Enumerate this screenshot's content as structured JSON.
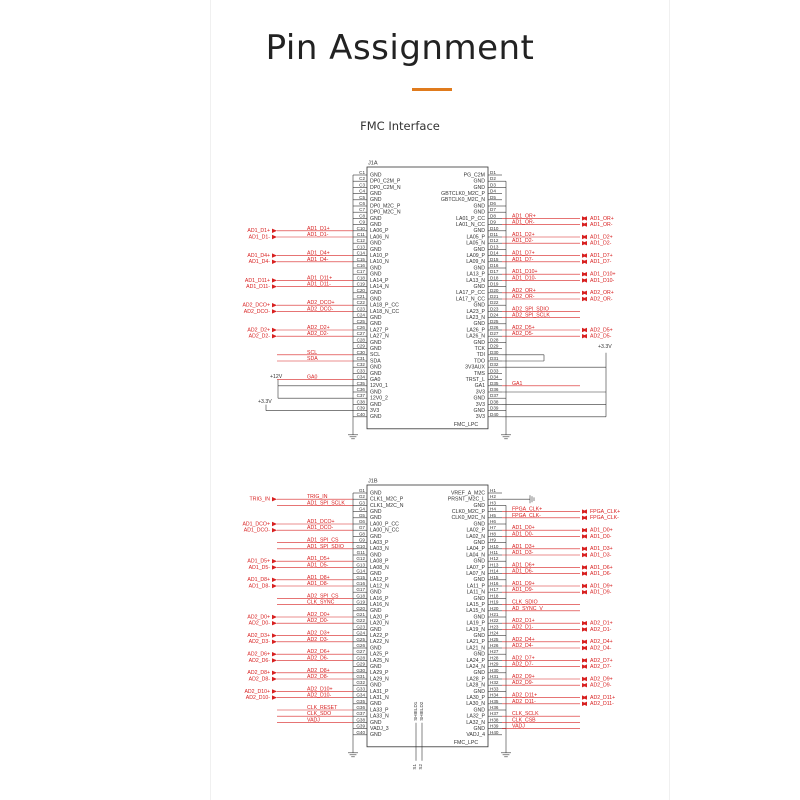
{
  "header": {
    "title": "Pin Assignment",
    "subtitle": "FMC Interface"
  },
  "colors": {
    "accent": "#e07b1d",
    "wire": "#333333",
    "net": "#d82020",
    "background": "#ffffff",
    "line": "#555555"
  },
  "power_labels": {
    "p12v": "+12V",
    "p3v3": "+3.3V"
  },
  "j1a": {
    "ref": "J1A",
    "footer": "FMC_LPC",
    "left_pins": [
      [
        "C1",
        "GND"
      ],
      [
        "C2",
        "DP0_C2M_P"
      ],
      [
        "C3",
        "DP0_C2M_N"
      ],
      [
        "C4",
        "GND"
      ],
      [
        "C5",
        "GND"
      ],
      [
        "C6",
        "DP0_M2C_P"
      ],
      [
        "C7",
        "DP0_M2C_N"
      ],
      [
        "C8",
        "GND"
      ],
      [
        "C9",
        "GND"
      ],
      [
        "C10",
        "LA06_P"
      ],
      [
        "C11",
        "LA06_N"
      ],
      [
        "C12",
        "GND"
      ],
      [
        "C13",
        "GND"
      ],
      [
        "C14",
        "LA10_P"
      ],
      [
        "C15",
        "LA10_N"
      ],
      [
        "C16",
        "GND"
      ],
      [
        "C17",
        "GND"
      ],
      [
        "C18",
        "LA14_P"
      ],
      [
        "C19",
        "LA14_N"
      ],
      [
        "C20",
        "GND"
      ],
      [
        "C21",
        "GND"
      ],
      [
        "C22",
        "LA18_P_CC"
      ],
      [
        "C23",
        "LA18_N_CC"
      ],
      [
        "C24",
        "GND"
      ],
      [
        "C25",
        "GND"
      ],
      [
        "C26",
        "LA27_P"
      ],
      [
        "C27",
        "LA27_N"
      ],
      [
        "C28",
        "GND"
      ],
      [
        "C29",
        "GND"
      ],
      [
        "C30",
        "SCL"
      ],
      [
        "C31",
        "SDA"
      ],
      [
        "C32",
        "GND"
      ],
      [
        "C33",
        "GND"
      ],
      [
        "C34",
        "GA0"
      ],
      [
        "C35",
        "12V0_1"
      ],
      [
        "C36",
        "GND"
      ],
      [
        "C37",
        "12V0_2"
      ],
      [
        "C38",
        "GND"
      ],
      [
        "C39",
        "3V3"
      ],
      [
        "C40",
        "GND"
      ]
    ],
    "right_pins": [
      [
        "D1",
        "PG_C2M"
      ],
      [
        "D2",
        "GND"
      ],
      [
        "D3",
        "GND"
      ],
      [
        "D4",
        "GBTCLK0_M2C_P"
      ],
      [
        "D5",
        "GBTCLK0_M2C_N"
      ],
      [
        "D6",
        "GND"
      ],
      [
        "D7",
        "GND"
      ],
      [
        "D8",
        "LA01_P_CC"
      ],
      [
        "D9",
        "LA01_N_CC"
      ],
      [
        "D10",
        "GND"
      ],
      [
        "D11",
        "LA05_P"
      ],
      [
        "D12",
        "LA05_N"
      ],
      [
        "D13",
        "GND"
      ],
      [
        "D14",
        "LA09_P"
      ],
      [
        "D15",
        "LA09_N"
      ],
      [
        "D16",
        "GND"
      ],
      [
        "D17",
        "LA13_P"
      ],
      [
        "D18",
        "LA13_N"
      ],
      [
        "D19",
        "GND"
      ],
      [
        "D20",
        "LA17_P_CC"
      ],
      [
        "D21",
        "LA17_N_CC"
      ],
      [
        "D22",
        "GND"
      ],
      [
        "D23",
        "LA23_P"
      ],
      [
        "D24",
        "LA23_N"
      ],
      [
        "D25",
        "GND"
      ],
      [
        "D26",
        "LA26_P"
      ],
      [
        "D27",
        "LA26_N"
      ],
      [
        "D28",
        "GND"
      ],
      [
        "D29",
        "TCK"
      ],
      [
        "D30",
        "TDI"
      ],
      [
        "D31",
        "TDO"
      ],
      [
        "D32",
        "3V3AUX"
      ],
      [
        "D33",
        "TMS"
      ],
      [
        "D34",
        "TRST_L"
      ],
      [
        "D35",
        "GA1"
      ],
      [
        "D36",
        "3V3"
      ],
      [
        "D37",
        "GND"
      ],
      [
        "D38",
        "3V3"
      ],
      [
        "D39",
        "GND"
      ],
      [
        "D40",
        "3V3"
      ]
    ],
    "left_nets": [
      {
        "row": 10,
        "inner": "AD1_D1+",
        "outer": "AD1_D1+"
      },
      {
        "row": 11,
        "inner": "AD1_D1-",
        "outer": "AD1_D1-"
      },
      {
        "row": 14,
        "inner": "AD1_D4+",
        "outer": "AD1_D4+"
      },
      {
        "row": 15,
        "inner": "AD1_D4-",
        "outer": "AD1_D4-"
      },
      {
        "row": 18,
        "inner": "AD1_D11+",
        "outer": "AD1_D11+"
      },
      {
        "row": 19,
        "inner": "AD1_D11-",
        "outer": "AD1_D11-"
      },
      {
        "row": 22,
        "inner": "AD2_DCO+",
        "outer": "AD2_DCO+"
      },
      {
        "row": 23,
        "inner": "AD2_DCO-",
        "outer": "AD2_DCO-"
      },
      {
        "row": 26,
        "inner": "AD2_D2+",
        "outer": "AD2_D2+"
      },
      {
        "row": 27,
        "inner": "AD2_D2-",
        "outer": "AD2_D2-"
      },
      {
        "row": 30,
        "inner": "SCL",
        "outer": ""
      },
      {
        "row": 31,
        "inner": "SDA",
        "outer": ""
      },
      {
        "row": 34,
        "inner": "GA0",
        "outer": ""
      }
    ],
    "right_nets": [
      {
        "row": 8,
        "inner": "AD1_OR+",
        "outer": "AD1_OR+"
      },
      {
        "row": 9,
        "inner": "AD1_OR-",
        "outer": "AD1_OR-"
      },
      {
        "row": 11,
        "inner": "AD1_D2+",
        "outer": "AD1_D2+"
      },
      {
        "row": 12,
        "inner": "AD1_D2-",
        "outer": "AD1_D2-"
      },
      {
        "row": 14,
        "inner": "AD1_D7+",
        "outer": "AD1_D7+"
      },
      {
        "row": 15,
        "inner": "AD1_D7-",
        "outer": "AD1_D7-"
      },
      {
        "row": 17,
        "inner": "AD1_D10+",
        "outer": "AD1_D10+"
      },
      {
        "row": 18,
        "inner": "AD1_D10-",
        "outer": "AD1_D10-"
      },
      {
        "row": 20,
        "inner": "AD2_OR+",
        "outer": "AD2_OR+"
      },
      {
        "row": 21,
        "inner": "AD2_OR-",
        "outer": "AD2_OR-"
      },
      {
        "row": 23,
        "inner": "AD2_SPI_SDIO",
        "outer": ""
      },
      {
        "row": 24,
        "inner": "AD2_SPI_SCLK",
        "outer": ""
      },
      {
        "row": 26,
        "inner": "AD2_D5+",
        "outer": "AD2_D5+"
      },
      {
        "row": 27,
        "inner": "AD2_D5-",
        "outer": "AD2_D5-"
      },
      {
        "row": 35,
        "inner": "GA1",
        "outer": ""
      }
    ]
  },
  "j1b": {
    "ref": "J1B",
    "footer": "FMC_LPC",
    "shield_pins": [
      [
        "S1",
        "SHIELD1"
      ],
      [
        "S2",
        "SHIELD2"
      ]
    ],
    "left_pins": [
      [
        "G1",
        "GND"
      ],
      [
        "G2",
        "CLK1_M2C_P"
      ],
      [
        "G3",
        "CLK1_M2C_N"
      ],
      [
        "G4",
        "GND"
      ],
      [
        "G5",
        "GND"
      ],
      [
        "G6",
        "LA00_P_CC"
      ],
      [
        "G7",
        "LA00_N_CC"
      ],
      [
        "G8",
        "GND"
      ],
      [
        "G9",
        "LA03_P"
      ],
      [
        "G10",
        "LA03_N"
      ],
      [
        "G11",
        "GND"
      ],
      [
        "G12",
        "LA08_P"
      ],
      [
        "G13",
        "LA08_N"
      ],
      [
        "G14",
        "GND"
      ],
      [
        "G15",
        "LA12_P"
      ],
      [
        "G16",
        "LA12_N"
      ],
      [
        "G17",
        "GND"
      ],
      [
        "G18",
        "LA16_P"
      ],
      [
        "G19",
        "LA16_N"
      ],
      [
        "G20",
        "GND"
      ],
      [
        "G21",
        "LA20_P"
      ],
      [
        "G22",
        "LA20_N"
      ],
      [
        "G23",
        "GND"
      ],
      [
        "G24",
        "LA22_P"
      ],
      [
        "G25",
        "LA22_N"
      ],
      [
        "G26",
        "GND"
      ],
      [
        "G27",
        "LA25_P"
      ],
      [
        "G28",
        "LA25_N"
      ],
      [
        "G29",
        "GND"
      ],
      [
        "G30",
        "LA29_P"
      ],
      [
        "G31",
        "LA29_N"
      ],
      [
        "G32",
        "GND"
      ],
      [
        "G33",
        "LA31_P"
      ],
      [
        "G34",
        "LA31_N"
      ],
      [
        "G35",
        "GND"
      ],
      [
        "G36",
        "LA33_P"
      ],
      [
        "G37",
        "LA33_N"
      ],
      [
        "G38",
        "GND"
      ],
      [
        "G39",
        "VADJ_3"
      ],
      [
        "G40",
        "GND"
      ]
    ],
    "right_pins": [
      [
        "H1",
        "VREF_A_M2C"
      ],
      [
        "H2",
        "PRSNT_M2C_L"
      ],
      [
        "H3",
        "GND"
      ],
      [
        "H4",
        "CLK0_M2C_P"
      ],
      [
        "H5",
        "CLK0_M2C_N"
      ],
      [
        "H6",
        "GND"
      ],
      [
        "H7",
        "LA02_P"
      ],
      [
        "H8",
        "LA02_N"
      ],
      [
        "H9",
        "GND"
      ],
      [
        "H10",
        "LA04_P"
      ],
      [
        "H11",
        "LA04_N"
      ],
      [
        "H12",
        "GND"
      ],
      [
        "H13",
        "LA07_P"
      ],
      [
        "H14",
        "LA07_N"
      ],
      [
        "H15",
        "GND"
      ],
      [
        "H16",
        "LA11_P"
      ],
      [
        "H17",
        "LA11_N"
      ],
      [
        "H18",
        "GND"
      ],
      [
        "H19",
        "LA15_P"
      ],
      [
        "H20",
        "LA15_N"
      ],
      [
        "H21",
        "GND"
      ],
      [
        "H22",
        "LA19_P"
      ],
      [
        "H23",
        "LA19_N"
      ],
      [
        "H24",
        "GND"
      ],
      [
        "H25",
        "LA21_P"
      ],
      [
        "H26",
        "LA21_N"
      ],
      [
        "H27",
        "GND"
      ],
      [
        "H28",
        "LA24_P"
      ],
      [
        "H29",
        "LA24_N"
      ],
      [
        "H30",
        "GND"
      ],
      [
        "H31",
        "LA28_P"
      ],
      [
        "H32",
        "LA28_N"
      ],
      [
        "H33",
        "GND"
      ],
      [
        "H34",
        "LA30_P"
      ],
      [
        "H35",
        "LA30_N"
      ],
      [
        "H36",
        "GND"
      ],
      [
        "H37",
        "LA32_P"
      ],
      [
        "H38",
        "LA32_N"
      ],
      [
        "H39",
        "GND"
      ],
      [
        "H40",
        "VADJ_4"
      ]
    ],
    "left_nets": [
      {
        "row": 2,
        "inner": "TRIG_IN",
        "outer": "TRIG_IN"
      },
      {
        "row": 3,
        "inner": "AD1_SPI_SCLK",
        "outer": ""
      },
      {
        "row": 6,
        "inner": "AD1_DCO+",
        "outer": "AD1_DCO+"
      },
      {
        "row": 7,
        "inner": "AD1_DCO-",
        "outer": "AD1_DCO-"
      },
      {
        "row": 9,
        "inner": "AD1_SPI_CS",
        "outer": ""
      },
      {
        "row": 10,
        "inner": "AD1_SPI_SDIO",
        "outer": ""
      },
      {
        "row": 12,
        "inner": "AD1_D5+",
        "outer": "AD1_D5+"
      },
      {
        "row": 13,
        "inner": "AD1_D5-",
        "outer": "AD1_D5-"
      },
      {
        "row": 15,
        "inner": "AD1_D8+",
        "outer": "AD1_D8+"
      },
      {
        "row": 16,
        "inner": "AD1_D8-",
        "outer": "AD1_D8-"
      },
      {
        "row": 18,
        "inner": "AD2_SPI_CS",
        "outer": ""
      },
      {
        "row": 19,
        "inner": "CLK_SYNC",
        "outer": ""
      },
      {
        "row": 21,
        "inner": "AD2_D0+",
        "outer": "AD2_D0+"
      },
      {
        "row": 22,
        "inner": "AD2_D0-",
        "outer": "AD2_D0-"
      },
      {
        "row": 24,
        "inner": "AD2_D3+",
        "outer": "AD2_D3+"
      },
      {
        "row": 25,
        "inner": "AD2_D3-",
        "outer": "AD2_D3-"
      },
      {
        "row": 27,
        "inner": "AD2_D6+",
        "outer": "AD2_D6+"
      },
      {
        "row": 28,
        "inner": "AD2_D6-",
        "outer": "AD2_D6-"
      },
      {
        "row": 30,
        "inner": "AD2_D8+",
        "outer": "AD2_D8+"
      },
      {
        "row": 31,
        "inner": "AD2_D8-",
        "outer": "AD2_D8-"
      },
      {
        "row": 33,
        "inner": "AD2_D10+",
        "outer": "AD2_D10+"
      },
      {
        "row": 34,
        "inner": "AD2_D10-",
        "outer": "AD2_D10-"
      },
      {
        "row": 36,
        "inner": "CLK_RESET",
        "outer": ""
      },
      {
        "row": 37,
        "inner": "CLK_SDO",
        "outer": ""
      },
      {
        "row": 38,
        "inner": "VADJ",
        "outer": ""
      }
    ],
    "right_nets": [
      {
        "row": 4,
        "inner": "FPGA_CLK+",
        "outer": "FPGA_CLK+"
      },
      {
        "row": 5,
        "inner": "FPGA_CLK-",
        "outer": "FPGA_CLK-"
      },
      {
        "row": 7,
        "inner": "AD1_D0+",
        "outer": "AD1_D0+"
      },
      {
        "row": 8,
        "inner": "AD1_D0-",
        "outer": "AD1_D0-"
      },
      {
        "row": 10,
        "inner": "AD1_D3+",
        "outer": "AD1_D3+"
      },
      {
        "row": 11,
        "inner": "AD1_D3-",
        "outer": "AD1_D3-"
      },
      {
        "row": 13,
        "inner": "AD1_D6+",
        "outer": "AD1_D6+"
      },
      {
        "row": 14,
        "inner": "AD1_D6-",
        "outer": "AD1_D6-"
      },
      {
        "row": 16,
        "inner": "AD1_D9+",
        "outer": "AD1_D9+"
      },
      {
        "row": 17,
        "inner": "AD1_D9-",
        "outer": "AD1_D9-"
      },
      {
        "row": 19,
        "inner": "CLK_SDIO",
        "outer": ""
      },
      {
        "row": 20,
        "inner": "AD_SYNC_V",
        "outer": ""
      },
      {
        "row": 22,
        "inner": "AD2_D1+",
        "outer": "AD2_D1+"
      },
      {
        "row": 23,
        "inner": "AD2_D1-",
        "outer": "AD2_D1-"
      },
      {
        "row": 25,
        "inner": "AD2_D4+",
        "outer": "AD2_D4+"
      },
      {
        "row": 26,
        "inner": "AD2_D4-",
        "outer": "AD2_D4-"
      },
      {
        "row": 28,
        "inner": "AD2_D7+",
        "outer": "AD2_D7+"
      },
      {
        "row": 29,
        "inner": "AD2_D7-",
        "outer": "AD2_D7-"
      },
      {
        "row": 31,
        "inner": "AD2_D9+",
        "outer": "AD2_D9+"
      },
      {
        "row": 32,
        "inner": "AD2_D9-",
        "outer": "AD2_D9-"
      },
      {
        "row": 34,
        "inner": "AD2_D11+",
        "outer": "AD2_D11+"
      },
      {
        "row": 35,
        "inner": "AD2_D11-",
        "outer": "AD2_D11-"
      },
      {
        "row": 37,
        "inner": "CLK_SCLK",
        "outer": ""
      },
      {
        "row": 38,
        "inner": "CLK_CSB",
        "outer": ""
      },
      {
        "row": 39,
        "inner": "VADJ",
        "outer": ""
      }
    ]
  }
}
